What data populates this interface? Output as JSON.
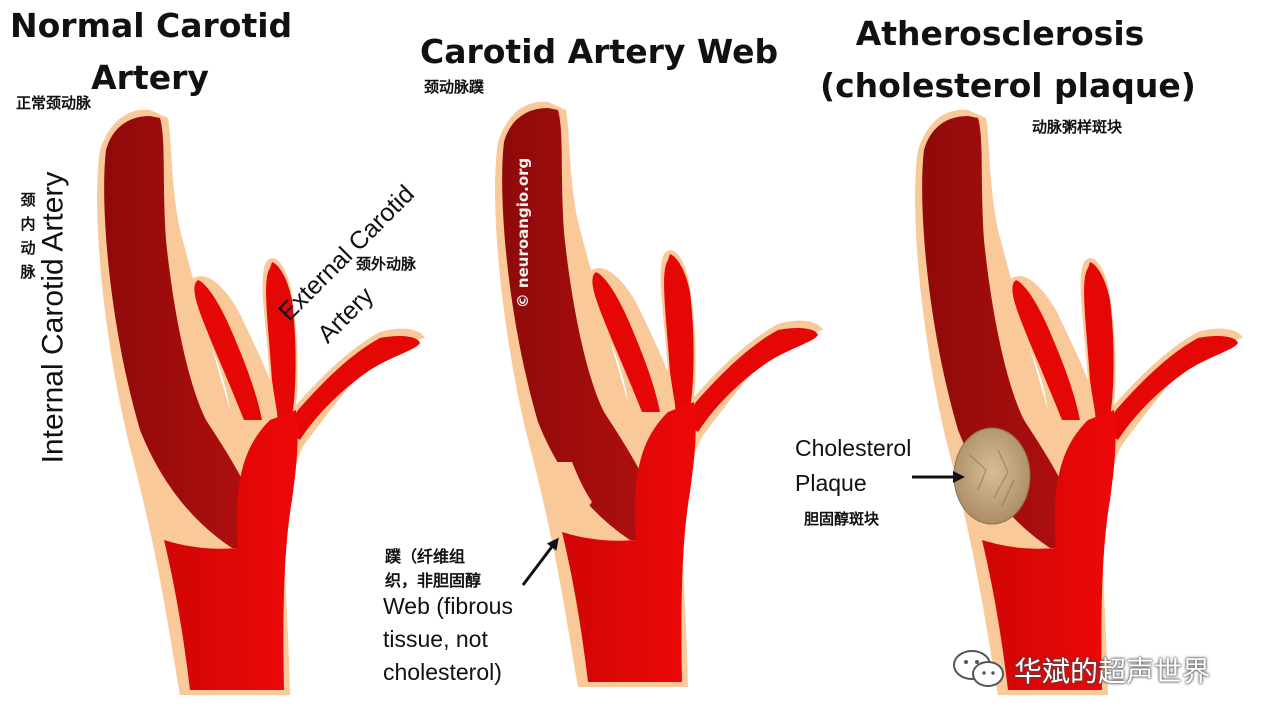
{
  "panels": {
    "normal": {
      "title_line1": "Normal Carotid",
      "title_line2": "Artery",
      "title_cn": "正常颈动脉",
      "internal_label": "Internal Carotid Artery",
      "internal_cn": "颈内动脉",
      "external_label_line1": "External Carotid",
      "external_label_line2": "Artery",
      "external_cn": "颈外动脉"
    },
    "web": {
      "title": "Carotid Artery Web",
      "title_cn": "颈动脉蹼",
      "copyright": "© neuroangio.org",
      "annotation_cn_line1": "蹼（纤维组",
      "annotation_cn_line2": "织，非胆固醇",
      "annotation_line1": "Web (fibrous",
      "annotation_line2": "tissue, not",
      "annotation_line3": "cholesterol)"
    },
    "plaque": {
      "title_line1": "Atherosclerosis",
      "title_line2": "(cholesterol plaque)",
      "title_cn": "动脉粥样斑块",
      "annotation_line1": "Cholesterol",
      "annotation_line2": "Plaque",
      "annotation_cn": "胆固醇斑块"
    }
  },
  "watermark": {
    "text": "华斌的超声世界",
    "icon": "wechat-icon"
  },
  "colors": {
    "artery_dark": "#a50c0c",
    "artery_bright": "#e60505",
    "vessel_wall": "#f9c99a",
    "plaque": "#c9ad86",
    "text": "#111111"
  }
}
